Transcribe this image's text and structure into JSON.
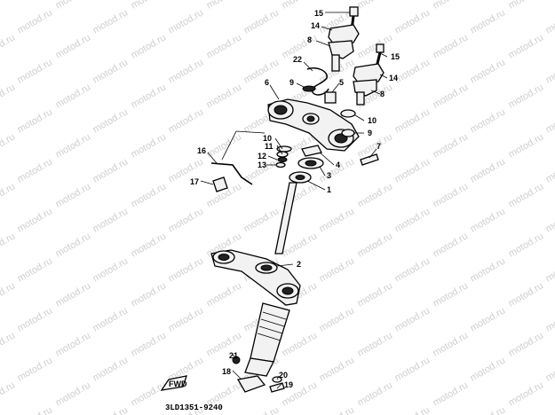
{
  "watermark": "motod.ru",
  "diagram_code": "3LD1351-9240",
  "fwd_label": "FWD",
  "callouts": [
    {
      "id": "c1",
      "text": "1"
    },
    {
      "id": "c2",
      "text": "2"
    },
    {
      "id": "c3",
      "text": "3"
    },
    {
      "id": "c4",
      "text": "4"
    },
    {
      "id": "c5",
      "text": "5"
    },
    {
      "id": "c6",
      "text": "6"
    },
    {
      "id": "c7",
      "text": "7"
    },
    {
      "id": "c8a",
      "text": "8"
    },
    {
      "id": "c8b",
      "text": "8"
    },
    {
      "id": "c9a",
      "text": "9"
    },
    {
      "id": "c9b",
      "text": "9"
    },
    {
      "id": "c10a",
      "text": "10"
    },
    {
      "id": "c10b",
      "text": "10"
    },
    {
      "id": "c11",
      "text": "11"
    },
    {
      "id": "c12",
      "text": "12"
    },
    {
      "id": "c13",
      "text": "13"
    },
    {
      "id": "c14a",
      "text": "14"
    },
    {
      "id": "c14b",
      "text": "14"
    },
    {
      "id": "c15a",
      "text": "15"
    },
    {
      "id": "c15b",
      "text": "15"
    },
    {
      "id": "c16",
      "text": "16"
    },
    {
      "id": "c17",
      "text": "17"
    },
    {
      "id": "c18",
      "text": "18"
    },
    {
      "id": "c19",
      "text": "19"
    },
    {
      "id": "c20",
      "text": "20"
    },
    {
      "id": "c21",
      "text": "21"
    },
    {
      "id": "c22",
      "text": "22"
    }
  ]
}
